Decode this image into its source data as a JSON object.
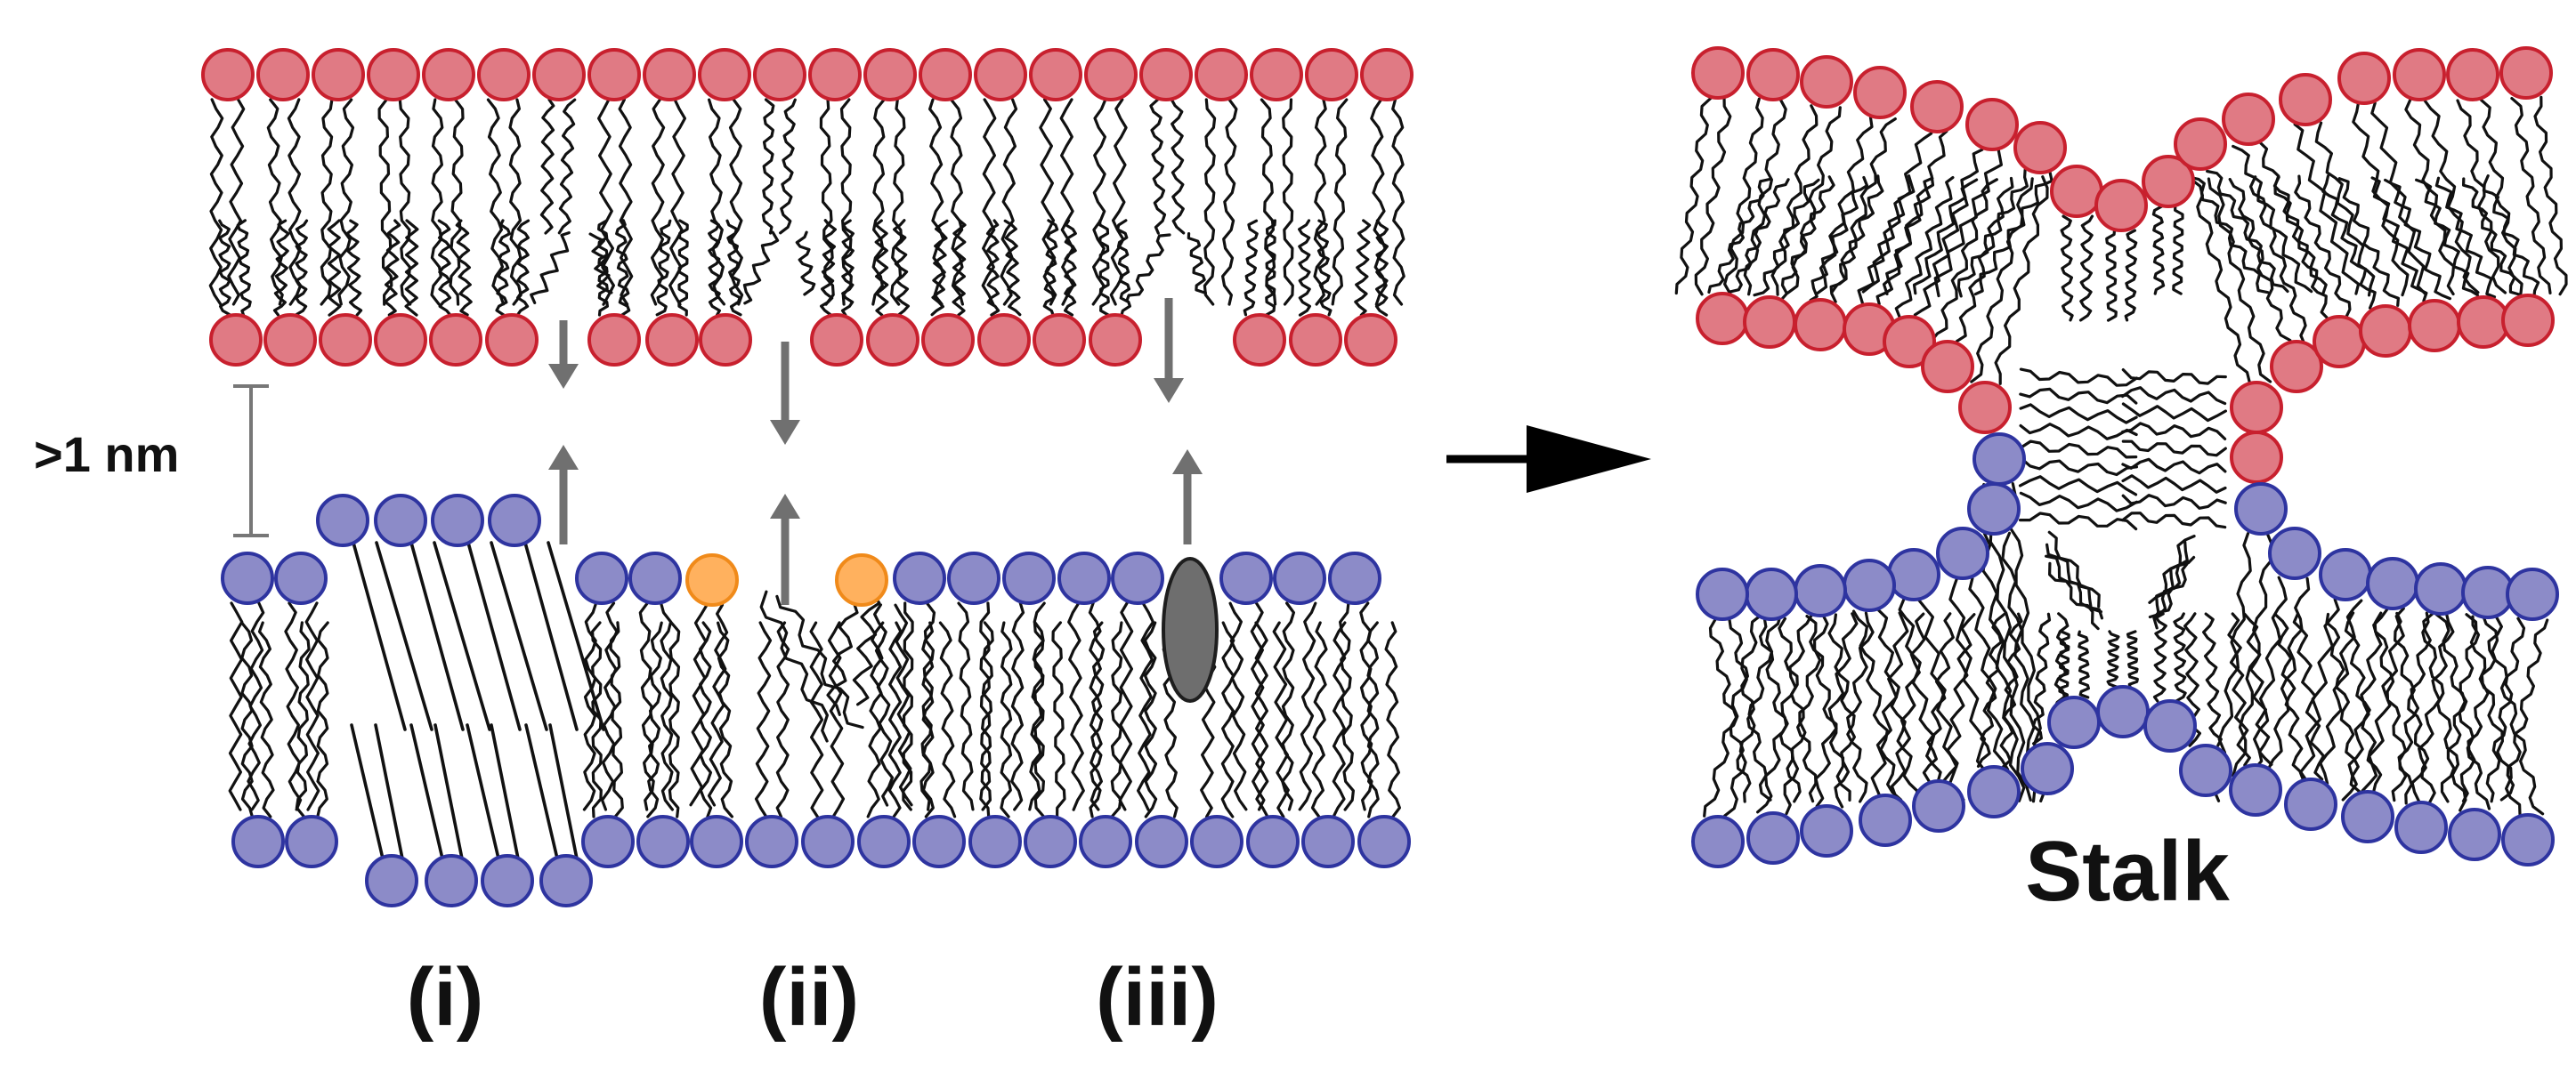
{
  "labels": {
    "gap": ">1 nm",
    "case_i": "(i)",
    "case_ii": "(ii)",
    "case_iii": "(iii)",
    "stalk": "Stalk"
  },
  "colors": {
    "upper_membrane_head": "#E07A84",
    "upper_membrane_edge": "#C8202E",
    "lower_membrane_head": "#8C8BC8",
    "lower_membrane_edge": "#2E34A0",
    "perturbing_lipid_head": "#FFB15E",
    "perturbing_lipid_edge": "#F08A1A",
    "protein_fill": "#6E6E6E",
    "arrow_gray": "#707070",
    "tail": "#111111"
  },
  "icons": {
    "transition_arrow": "right-arrow-icon",
    "approach_arrows": "up-down-arrow-icon"
  }
}
